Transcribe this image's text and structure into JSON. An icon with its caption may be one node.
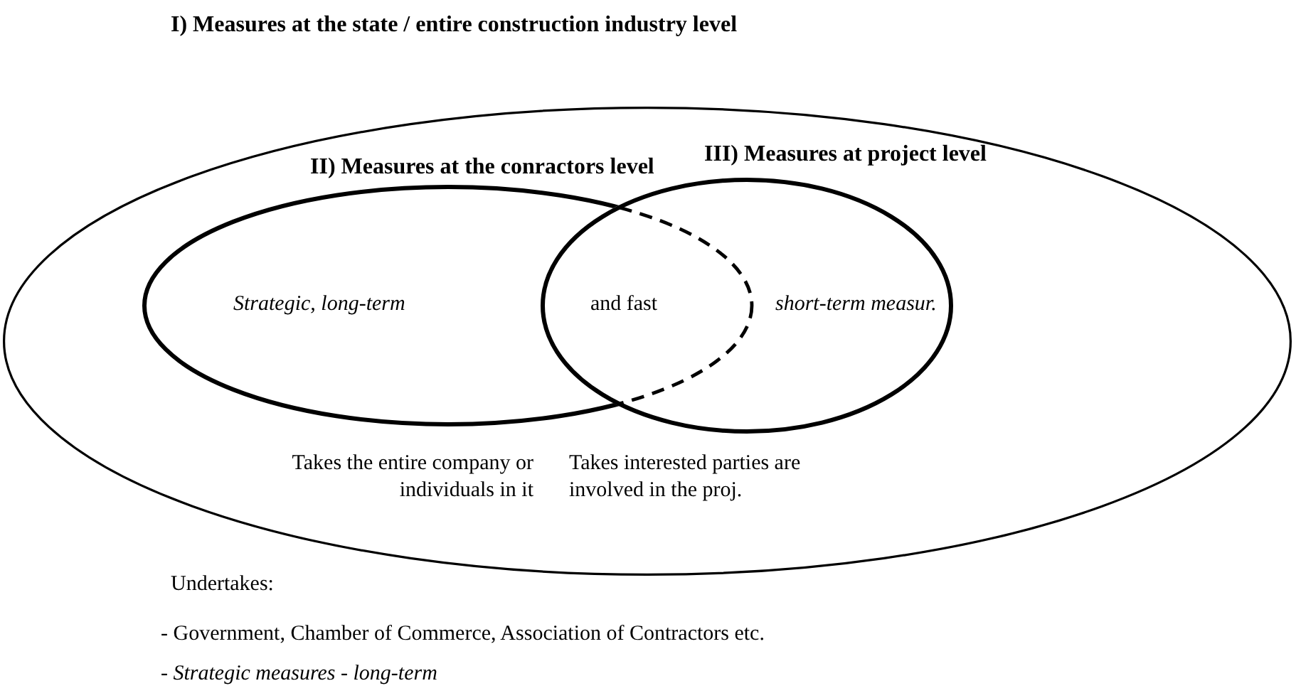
{
  "diagram": {
    "nodes": [
      {
        "text": [
          "I) Measures at the state / entire construction industry level"
        ]
      },
      {
        "text": [
          "II) Measures at the conractors level",
          "Strategic, long-term"
        ],
        "in": 0,
        "beside": [
          "Takes the entire company or individuals in it"
        ]
      },
      {
        "text": [
          "III) Measures at project level",
          "short-term measur."
        ],
        "in": 0,
        "beside": [
          "Takes interested parties are involved in the proj."
        ]
      }
    ],
    "edges": [],
    "labels": [
      "and fast",
      "Undertakes:",
      "- Government, Chamber of Commerce, Association of Contractors etc.",
      "- *Strategic measures - long-term*"
    ]
  }
}
